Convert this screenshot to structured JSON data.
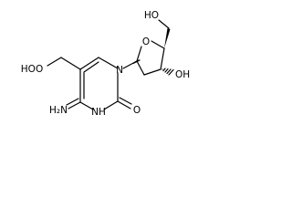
{
  "molecule": {
    "labels": {
      "hydroxymethyl_top": "HO",
      "ring_oxygen": "O",
      "hydroxyl_sugar": "OH",
      "hydroperoxy": "HOO",
      "ring_nitrogen": "N",
      "amino": "H₂N",
      "amide_nh": "NH",
      "carbonyl_o": "O"
    },
    "colors": {
      "bond": "#000000",
      "background": "#ffffff"
    }
  }
}
